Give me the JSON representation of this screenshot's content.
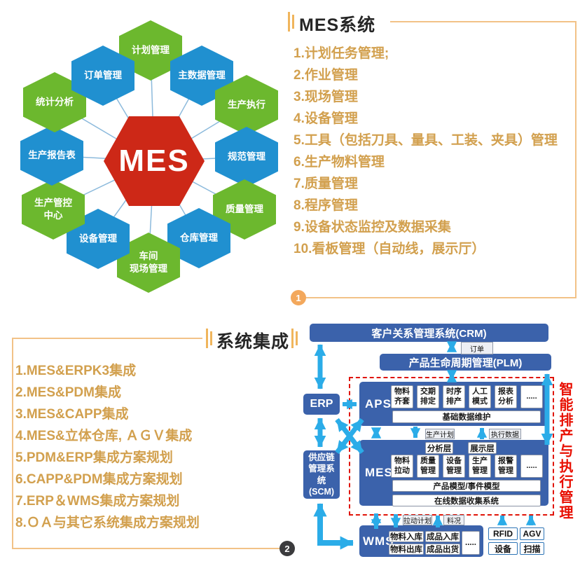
{
  "hex_diagram": {
    "center_label": "MES",
    "nodes": [
      {
        "label": "计划管理",
        "color": "green"
      },
      {
        "label": "主数据管理",
        "color": "blue"
      },
      {
        "label": "生产执行",
        "color": "green"
      },
      {
        "label": "规范管理",
        "color": "blue"
      },
      {
        "label": "质量管理",
        "color": "green"
      },
      {
        "label": "仓库管理",
        "color": "blue"
      },
      {
        "label": "车间\n现场管理",
        "color": "green"
      },
      {
        "label": "设备管理",
        "color": "blue"
      },
      {
        "label": "生产管控\n中心",
        "color": "green"
      },
      {
        "label": "生产报告表",
        "color": "blue"
      },
      {
        "label": "统计分析",
        "color": "green"
      },
      {
        "label": "订单管理",
        "color": "blue"
      }
    ],
    "colors": {
      "green": "#6CB82E",
      "blue": "#2090D0",
      "center": "#CD2817",
      "line": "#8CBADC"
    }
  },
  "mes_panel": {
    "title": "MES系统",
    "badge": "1",
    "items": [
      "1.计划任务管理;",
      "2.作业管理",
      "3.现场管理",
      "4.设备管理",
      "5.工具（包括刀具、量具、工装、夹具）管理",
      "6.生产物料管理",
      "7.质量管理",
      "8.程序管理",
      "9.设备状态监控及数据采集",
      "10.看板管理（自动线，展示厅）"
    ]
  },
  "integration_panel": {
    "title": "系统集成",
    "badge": "2",
    "items": [
      "1.MES&ERPK3集成",
      "2.MES&PDM集成",
      "3.MES&CAPP集成",
      "4.MES&立体仓库, ＡＧＶ集成",
      "5.PDM&ERP集成方案规划",
      "6.CAPP&PDM集成方案规划",
      "7.ERP＆WMS集成方案规划",
      "8.ＯＡ与其它系统集成方案规划"
    ]
  },
  "architecture": {
    "crm_label": "客户关系管理系统(CRM)",
    "plm_label": "产品生命周期管理(PLM)",
    "order_tag": "订单",
    "erp_label": "ERP",
    "aps_label": "APS",
    "aps_cells": [
      "物料\n齐套",
      "交期\n排定",
      "时序\n排产",
      "人工\n模式",
      "报表\n分析",
      "....."
    ],
    "aps_wide": "基础数据维护",
    "plan_tag": "生产计划",
    "exec_tag": "执行数据",
    "mes_label": "MES",
    "mes_layers": [
      "分析层",
      "展示层"
    ],
    "mes_cells": [
      "物料\n拉动",
      "质量\n管理",
      "设备\n管理",
      "生产\n管理",
      "报警\n管理",
      "....."
    ],
    "mes_wide1": "产品模型/事件模型",
    "mes_wide2": "在线数据收集系统",
    "scm_label": "供应链\n管理系\n统\n(SCM)",
    "wms_label": "WMS",
    "wms_cells": [
      "物料入库",
      "成品入库",
      "物料出库",
      "成品出货"
    ],
    "wms_dots": ".....",
    "pull_tag": "拉动计划",
    "stock_tag": "料况",
    "device_cells": [
      "RFID",
      "AGV",
      "设备",
      "扫描"
    ],
    "side_text": "智能排产与执行管理",
    "colors": {
      "box_blue": "#3B62AB",
      "arrow_cyan": "#2BACE8",
      "dashed_red": "#E01408",
      "side_red": "#E80E00"
    }
  }
}
